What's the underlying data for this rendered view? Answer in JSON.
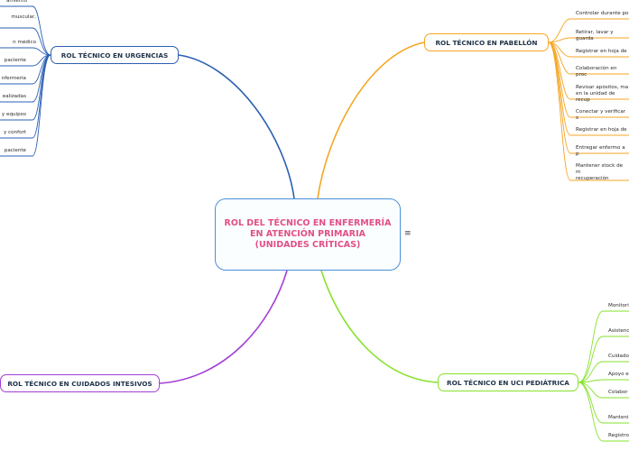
{
  "central": {
    "title": "ROL DEL TÉCNICO EN ENFERMERÍA\nEN ATENCIÓN PRIMARIA\n(UNIDADES CRÍTICAS)",
    "menu_icon": "≡"
  },
  "colors": {
    "central_border": "#4a90d9",
    "central_title": "#e24f86",
    "urgencias": "#2b5fb3",
    "pabellon": "#f5a623",
    "uci_pediatrica": "#86e22c",
    "cuidados_intensivos": "#a23ed6"
  },
  "branches": {
    "urgencias": {
      "label": "ROL TÉCNICO EN URGENCIAS",
      "items": [
        "amiento",
        "muscular,",
        "n médico",
        "paciente",
        "nfermería",
        "ealizadas",
        "y equipos",
        "y confort",
        "paciente"
      ]
    },
    "pabellon": {
      "label": "ROL TÉCNICO EN PABELLÓN",
      "items": [
        "Controlar durante po",
        "Retirar, lavar y guarda",
        "Registrar en hoja de",
        "Colaboración en proc",
        "Revisar apósitos, ma\nen la unidad de recup",
        "Conectar y verificar s",
        "Registrar en hoja de",
        "Entregar enfermo a p",
        "Mantener stock de m\nrecuperación"
      ]
    },
    "uci_pediatrica": {
      "label": "ROL TÉCNICO EN UCI PEDIÁTRICA",
      "items": [
        "Monitori",
        "Asistenc",
        "Cuidado",
        "Apoyo e",
        "Colabor",
        "Manteni",
        "Registro"
      ]
    },
    "cuidados_intensivos": {
      "label": "ROL TÉCNICO EN CUIDADOS INTESIVOS"
    }
  }
}
